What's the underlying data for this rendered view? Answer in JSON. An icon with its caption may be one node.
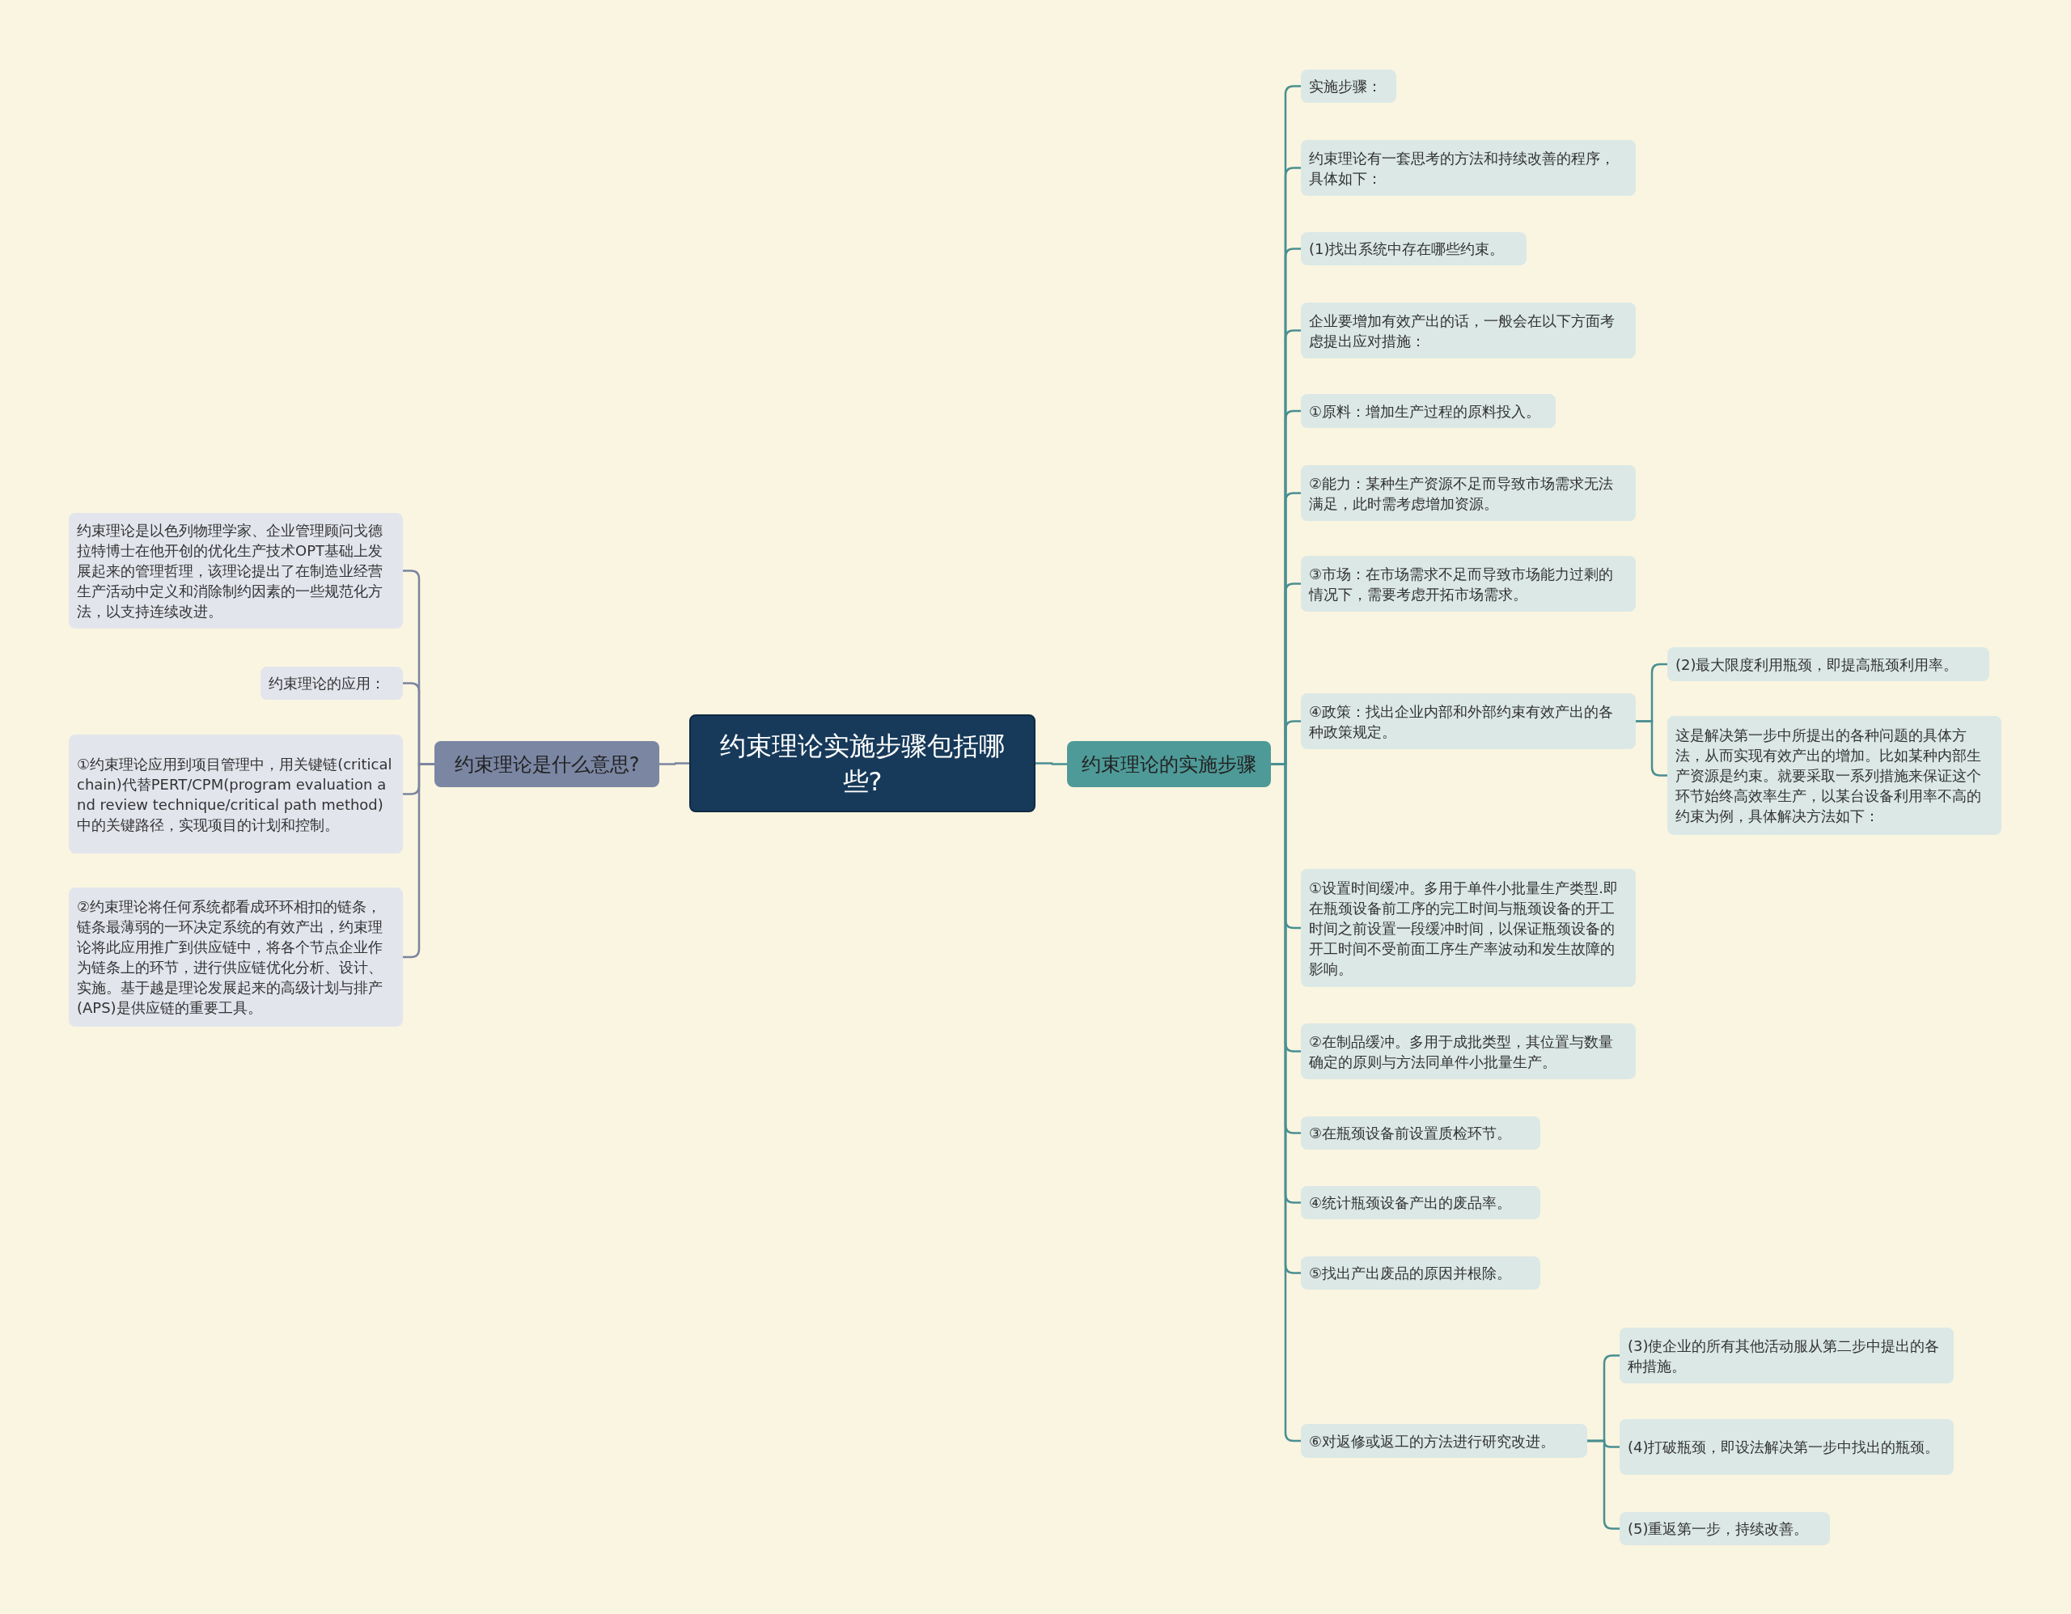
{
  "diagram": {
    "nodes": [
      {
        "text": [
          "约束理论实施步骤包括哪些?"
        ]
      },
      {
        "text": [
          "约束理论是什么意思?"
        ]
      },
      {
        "text": [
          "约束理论的实施步骤"
        ]
      },
      {
        "text": [
          "约束理论是以色列物理学家、企业管理顾问戈德拉特博士在他开创的优化生产技术OPT基础上发展起来的管理哲理，该理论提出了在制造业经营生产活动中定义和消除制约因素的一些规范化方法，以支持连续改进。"
        ]
      },
      {
        "text": [
          "约束理论的应用："
        ]
      },
      {
        "text": [
          "①约束理论应用到项目管理中，用关键链(critical chain)代替PERT/CPM(program evaluation and review technique/critical path method)中的关键路径，实现项目的计划和控制。"
        ]
      },
      {
        "text": [
          "②约束理论将任何系统都看成环环相扣的链条，链条最薄弱的一环决定系统的有效产出，约束理论将此应用推广到供应链中，将各个节点企业作为链条上的环节，进行供应链优化分析、设计、实施。基于越是理论发展起来的高级计划与排产(APS)是供应链的重要工具。"
        ]
      },
      {
        "text": [
          "实施步骤："
        ]
      },
      {
        "text": [
          "约束理论有一套思考的方法和持续改善的程序，具体如下："
        ]
      },
      {
        "text": [
          "(1)找出系统中存在哪些约束。"
        ]
      },
      {
        "text": [
          "企业要增加有效产出的话，一般会在以下方面考虑提出应对措施："
        ]
      },
      {
        "text": [
          "①原料：增加生产过程的原料投入。"
        ]
      },
      {
        "text": [
          "②能力：某种生产资源不足而导致市场需求无法满足，此时需考虑增加资源。"
        ]
      },
      {
        "text": [
          "③市场：在市场需求不足而导致市场能力过剩的情况下，需要考虑开拓市场需求。"
        ]
      },
      {
        "text": [
          "④政策：找出企业内部和外部约束有效产出的各种政策规定。"
        ]
      },
      {
        "text": [
          "(2)最大限度利用瓶颈，即提高瓶颈利用率。"
        ]
      },
      {
        "text": [
          "这是解决第一步中所提出的各种问题的具体方法，从而实现有效产出的增加。比如某种内部生产资源是约束。就要采取一系列措施来保证这个环节始终高效率生产，以某台设备利用率不高的约束为例，具体解决方法如下："
        ]
      },
      {
        "text": [
          "①设置时间缓冲。多用于单件小批量生产类型.即在瓶颈设备前工序的完工时间与瓶颈设备的开工时间之前设置一段缓冲时间，以保证瓶颈设备的开工时间不受前面工序生产率波动和发生故障的影响。"
        ]
      },
      {
        "text": [
          "②在制品缓冲。多用于成批类型，其位置与数量确定的原则与方法同单件小批量生产。"
        ]
      },
      {
        "text": [
          "③在瓶颈设备前设置质检环节。"
        ]
      },
      {
        "text": [
          "④统计瓶颈设备产出的废品率。"
        ]
      },
      {
        "text": [
          "⑤找出产出废品的原因并根除。"
        ]
      },
      {
        "text": [
          "⑥对返修或返工的方法进行研究改进。"
        ]
      },
      {
        "text": [
          "(3)使企业的所有其他活动服从第二步中提出的各种措施。"
        ]
      },
      {
        "text": [
          "(4)打破瓶颈，即设法解决第一步中找出的瓶颈。"
        ]
      },
      {
        "text": [
          "(5)重返第一步，持续改善。"
        ]
      }
    ],
    "edges": [
      {
        "from": 0,
        "to": 1,
        "arrow": "none",
        "color": "#7b85a0"
      },
      {
        "from": 0,
        "to": 2,
        "arrow": "none"
      },
      {
        "from": 1,
        "to": 3,
        "arrow": "none",
        "color": "#7b85a0"
      },
      {
        "from": 1,
        "to": 4,
        "arrow": "none",
        "color": "#7b85a0"
      },
      {
        "from": 1,
        "to": 5,
        "arrow": "none",
        "color": "#7b85a0"
      },
      {
        "from": 1,
        "to": 6,
        "arrow": "none",
        "color": "#7b85a0"
      },
      {
        "from": 2,
        "to": 7,
        "arrow": "none"
      },
      {
        "from": 2,
        "to": 8,
        "arrow": "none"
      },
      {
        "from": 2,
        "to": 9,
        "arrow": "none"
      },
      {
        "from": 2,
        "to": 10,
        "arrow": "none"
      },
      {
        "from": 2,
        "to": 11,
        "arrow": "none"
      },
      {
        "from": 2,
        "to": 12,
        "arrow": "none"
      },
      {
        "from": 2,
        "to": 13,
        "arrow": "none"
      },
      {
        "from": 2,
        "to": 14,
        "arrow": "none"
      },
      {
        "from": 14,
        "to": 15,
        "arrow": "none"
      },
      {
        "from": 14,
        "to": 16,
        "arrow": "none"
      },
      {
        "from": 2,
        "to": 17,
        "arrow": "none"
      },
      {
        "from": 2,
        "to": 18,
        "arrow": "none"
      },
      {
        "from": 2,
        "to": 19,
        "arrow": "none"
      },
      {
        "from": 2,
        "to": 20,
        "arrow": "none"
      },
      {
        "from": 2,
        "to": 21,
        "arrow": "none"
      },
      {
        "from": 2,
        "to": 22,
        "arrow": "none"
      },
      {
        "from": 22,
        "to": 23,
        "arrow": "none"
      },
      {
        "from": 22,
        "to": 24,
        "arrow": "none"
      },
      {
        "from": 22,
        "to": 25,
        "arrow": "none"
      }
    ]
  }
}
